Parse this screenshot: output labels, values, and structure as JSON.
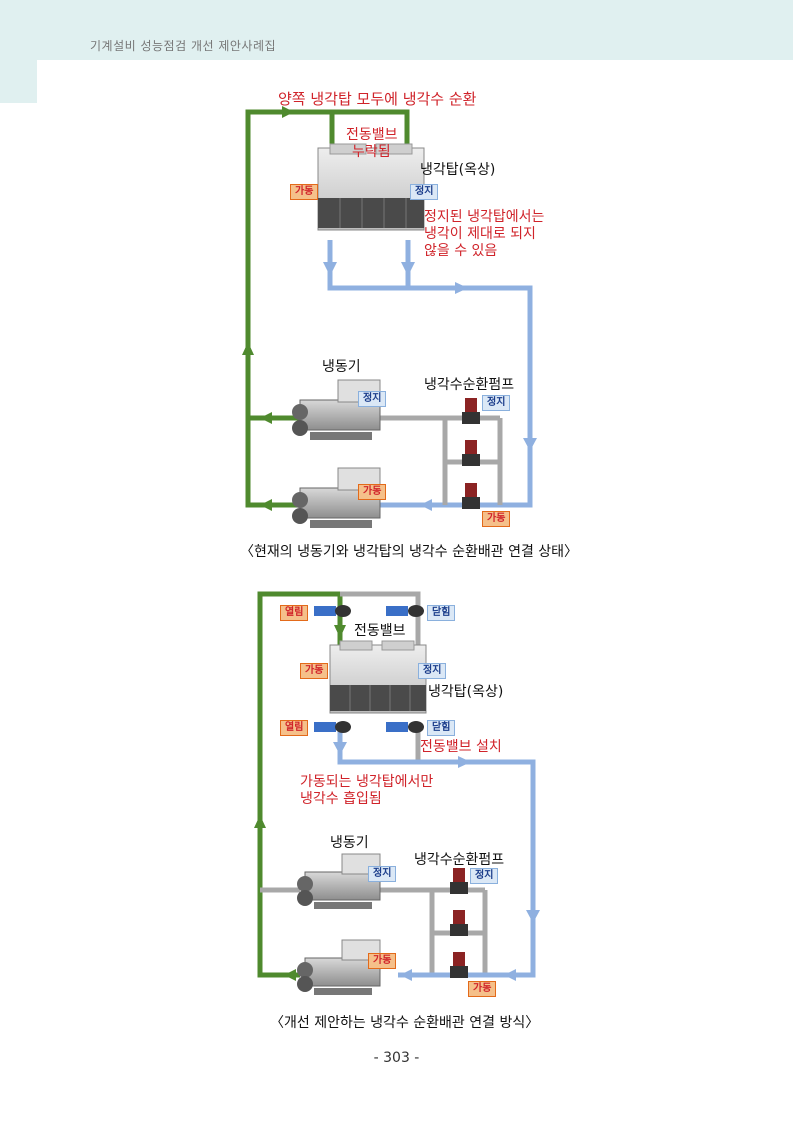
{
  "header": {
    "title": "기계설비 성능점검 개선 제안사례집"
  },
  "diagram1": {
    "title": "양쪽 냉각탑 모두에 냉각수 순환",
    "valve_leak": [
      "전동밸브",
      "누락됨"
    ],
    "tower_label": "냉각탑(옥상)",
    "tower_run": "가동",
    "tower_stop": "정지",
    "warning": [
      "정지된 냉각탑에서는",
      "냉각이 제대로 되지",
      "않을 수 있음"
    ],
    "chiller_label": "냉동기",
    "pump_label": "냉각수순환펌프",
    "chiller_top_status": "정지",
    "pump_top_status": "정지",
    "chiller_bottom_status": "가동",
    "pump_bottom_status": "가동",
    "caption": "〈현재의 냉동기와 냉각탑의 냉각수 순환배관 연결 상태〉"
  },
  "diagram2": {
    "valve_open_top": "열림",
    "valve_closed_top": "닫힘",
    "valve_label": "전동밸브",
    "tower_run": "가동",
    "tower_stop": "정지",
    "tower_label": "냉각탑(옥상)",
    "valve_open_bottom": "열림",
    "valve_closed_bottom": "닫힘",
    "valve_install": "전동밸브 설치",
    "note": [
      "가동되는 냉각탑에서만",
      "냉각수 흡입됨"
    ],
    "chiller_label": "냉동기",
    "pump_label": "냉각수순환펌프",
    "chiller_top_status": "정지",
    "pump_top_status": "정지",
    "chiller_bottom_status": "가동",
    "pump_bottom_status": "가동",
    "caption": "〈개선 제안하는 냉각수 순환배관 연결 방식〉"
  },
  "footer": {
    "page": "- 303 -"
  },
  "colors": {
    "green_pipe": "#4f8a2e",
    "blue_pipe": "#8fb0e0",
    "gray_pipe": "#a8a8a8",
    "red_text": "#d0232a"
  }
}
